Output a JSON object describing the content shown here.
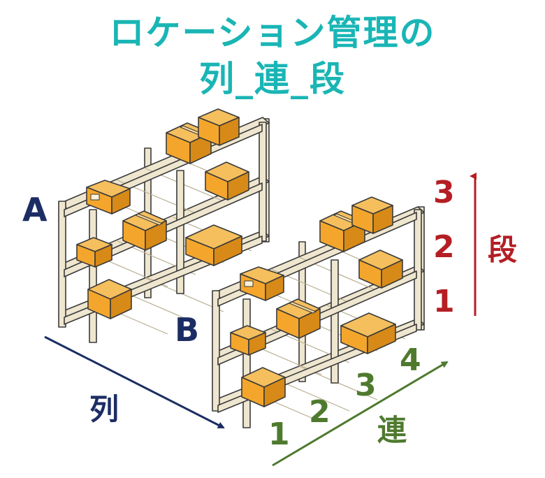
{
  "title": {
    "line1": "ロケーション管理の",
    "line2": "列_連_段"
  },
  "rack_labels": {
    "a": "A",
    "b": "B"
  },
  "axes": {
    "retsu": {
      "label": "列"
    },
    "ren": {
      "label": "連",
      "numbers": [
        "1",
        "2",
        "3",
        "4"
      ]
    },
    "dan": {
      "label": "段",
      "numbers": [
        "3",
        "2",
        "1"
      ]
    }
  },
  "colors": {
    "title": "#1ab5b5",
    "retsu": "#1c2d63",
    "ren": "#4f7a2e",
    "dan": "#b41e24",
    "frame": "#efe6cf",
    "outline": "#3a3a3a",
    "box": "#f4a62c",
    "box_dark": "#d78a17",
    "tape": "#f5d89a"
  }
}
